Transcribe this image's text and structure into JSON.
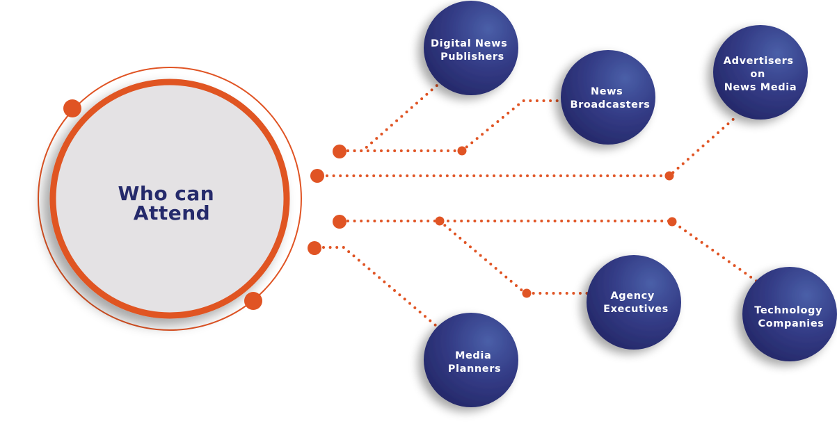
{
  "hub": {
    "lines": [
      "Who can",
      "Attend"
    ]
  },
  "nodes": [
    {
      "id": "digital-news-publishers",
      "lines": [
        "Digital News",
        "Publishers"
      ]
    },
    {
      "id": "news-broadcasters",
      "lines": [
        "News",
        "Broadcasters"
      ]
    },
    {
      "id": "advertisers-on-news-media",
      "lines": [
        "Advertisers",
        "on",
        "News Media"
      ]
    },
    {
      "id": "agency-executives",
      "lines": [
        "Agency",
        "Executives"
      ]
    },
    {
      "id": "technology-companies",
      "lines": [
        "Technology",
        "Companies"
      ]
    },
    {
      "id": "media-planners",
      "lines": [
        "Media",
        "Planners"
      ]
    }
  ],
  "colors": {
    "accent": "#e05424",
    "node_fill_light": "#4a5fa8",
    "node_fill_dark": "#262a6b",
    "hub_fill": "#e4e2e4",
    "hub_text": "#252a6b"
  }
}
